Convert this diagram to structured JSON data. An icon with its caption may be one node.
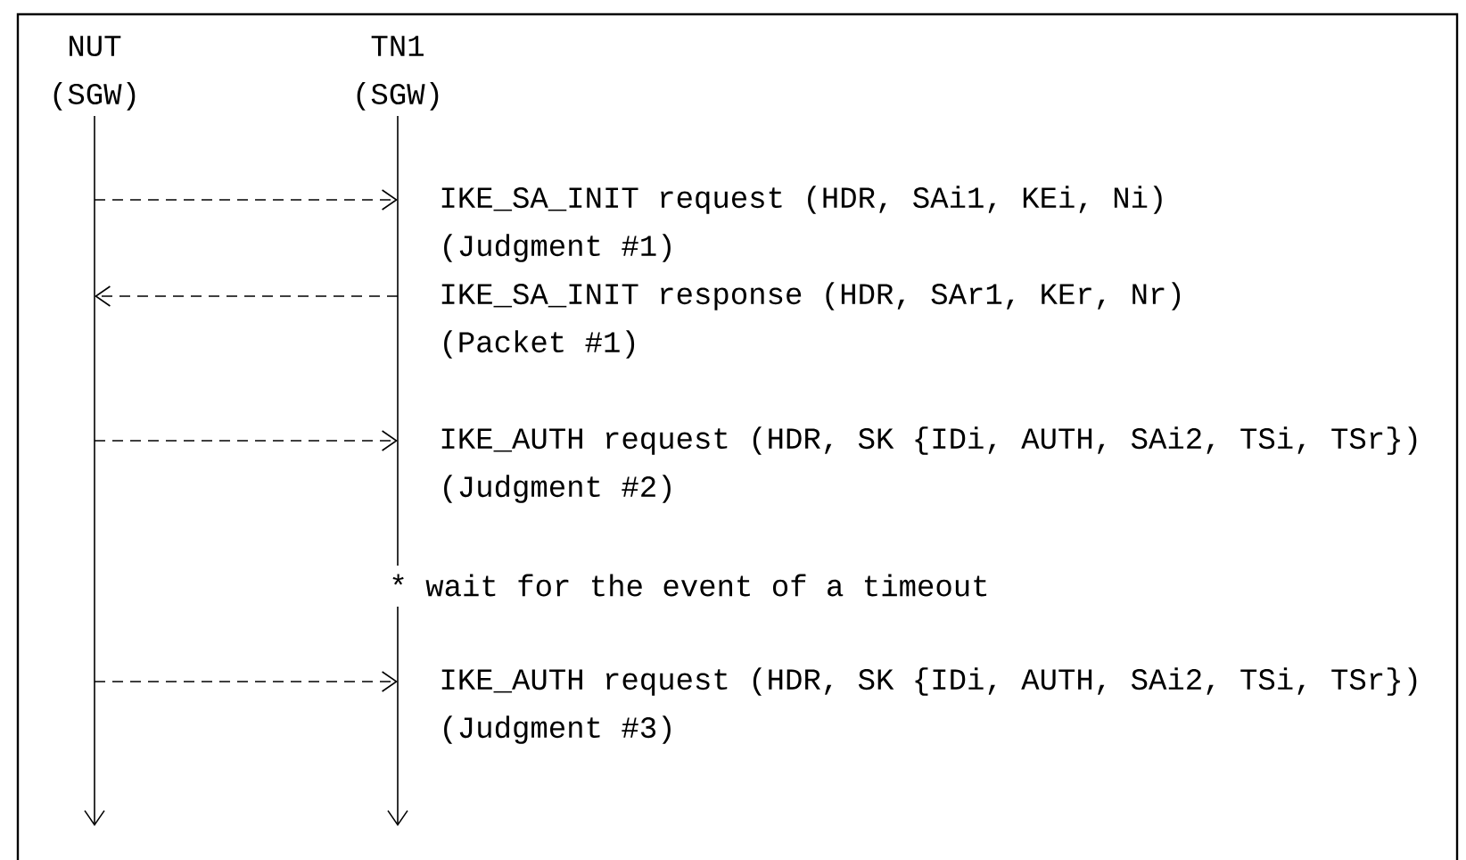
{
  "diagram": {
    "nodes": [
      {
        "text": [
          "NUT",
          "(SGW)"
        ]
      },
      {
        "text": [
          "TN1",
          "(SGW)"
        ]
      }
    ],
    "edges": [
      {
        "from": 0,
        "to": 1,
        "arrow": "to",
        "style": "dashed",
        "label": "IKE_SA_INIT request (HDR, SAi1, KEi, Ni)"
      },
      {
        "from": 1,
        "to": 0,
        "arrow": "to",
        "style": "dashed",
        "label": "IKE_SA_INIT response (HDR, SAr1, KEr, Nr)"
      },
      {
        "from": 0,
        "to": 1,
        "arrow": "to",
        "style": "dashed",
        "label": "IKE_AUTH request (HDR, SK {IDi, AUTH, SAi2, TSi, TSr})"
      },
      {
        "from": 0,
        "to": 1,
        "arrow": "to",
        "style": "dashed",
        "label": "IKE_AUTH request (HDR, SK {IDi, AUTH, SAi2, TSi, TSr})"
      }
    ],
    "labels": [
      "(Judgment #1)",
      "(Packet #1)",
      "(Judgment #2)",
      "* wait for the event of a timeout",
      "(Judgment #3)"
    ]
  }
}
